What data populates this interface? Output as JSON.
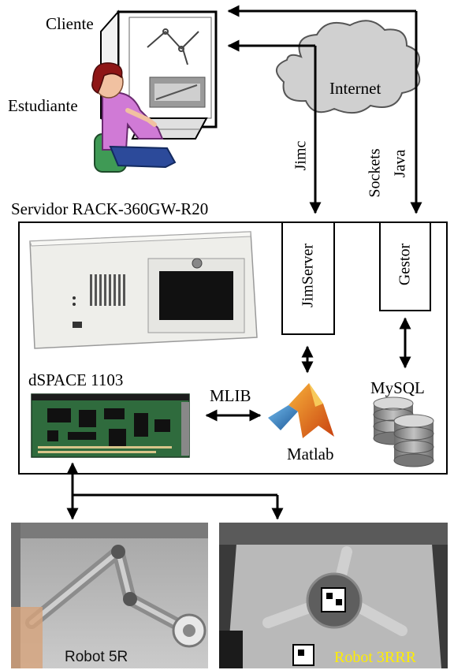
{
  "labels": {
    "cliente": "Cliente",
    "estudiante": "Estudiante",
    "internet": "Internet",
    "jimc": "Jimc",
    "sockets": "Sockets",
    "java": "Java",
    "servidor": "Servidor RACK-360GW-R20",
    "jimserver": "JimServer",
    "gestor": "Gestor",
    "dspace": "dSPACE 1103",
    "mlib": "MLIB",
    "mysql": "MySQL",
    "matlab": "Matlab",
    "robot5r": "Robot 5R",
    "robot3rrr": "Robot 3RRR"
  },
  "colors": {
    "robot3rrr_caption": "#ffee00",
    "robot5r_caption": "#111111",
    "matlab_orange": "#e8631c",
    "matlab_blue": "#2b6fb5"
  }
}
